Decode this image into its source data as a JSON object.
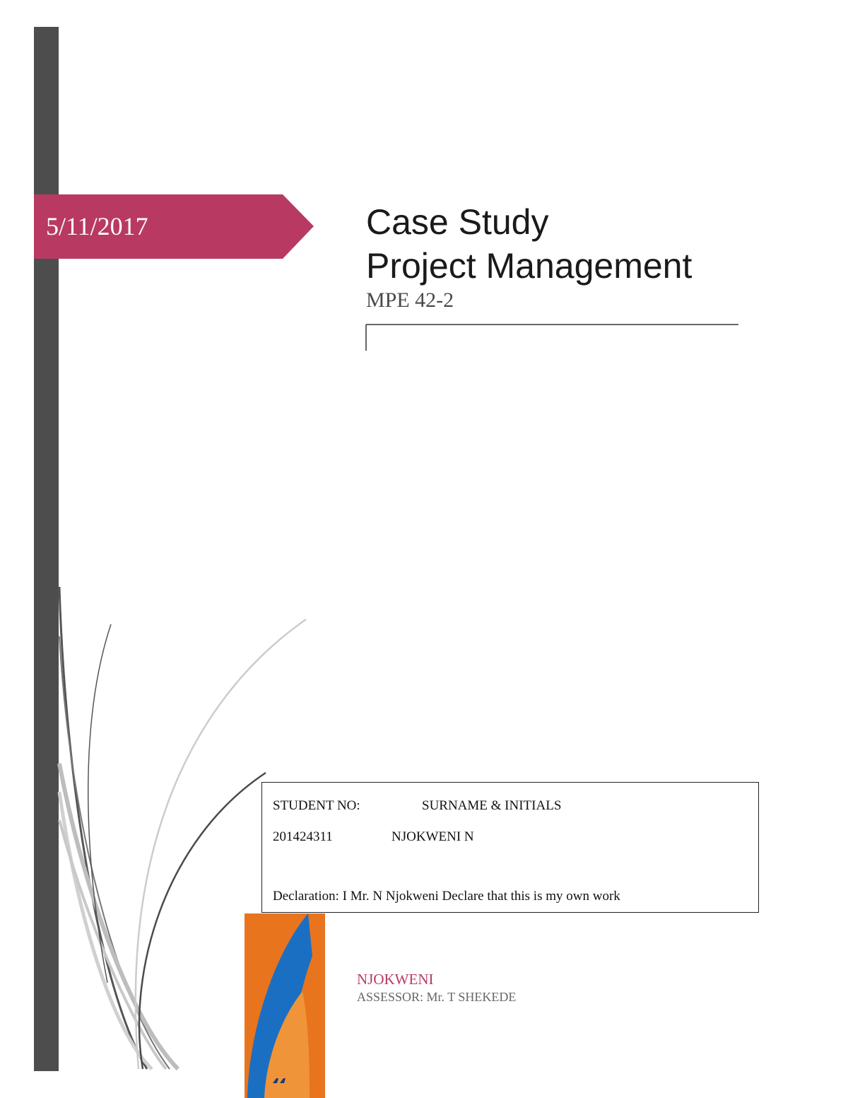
{
  "cover": {
    "date": "5/11/2017",
    "title_line1": "Case Study",
    "title_line2": "Project Management",
    "course_code": "MPE 42-2"
  },
  "student_box": {
    "student_no_label": "STUDENT NO:",
    "surname_label": "SURNAME & INITIALS",
    "student_no": "201424311",
    "surname": "NJOKWENI N",
    "declaration": "Declaration: I Mr. N Njokweni Declare that this is my own work"
  },
  "footer": {
    "author": "NJOKWENI",
    "assessor": "ASSESSOR: Mr. T SHEKEDE"
  },
  "colors": {
    "accent": "#b83a63",
    "sidebar": "#4d4d4d",
    "art_orange": "#e8741e",
    "art_blue": "#1b6fc2"
  }
}
